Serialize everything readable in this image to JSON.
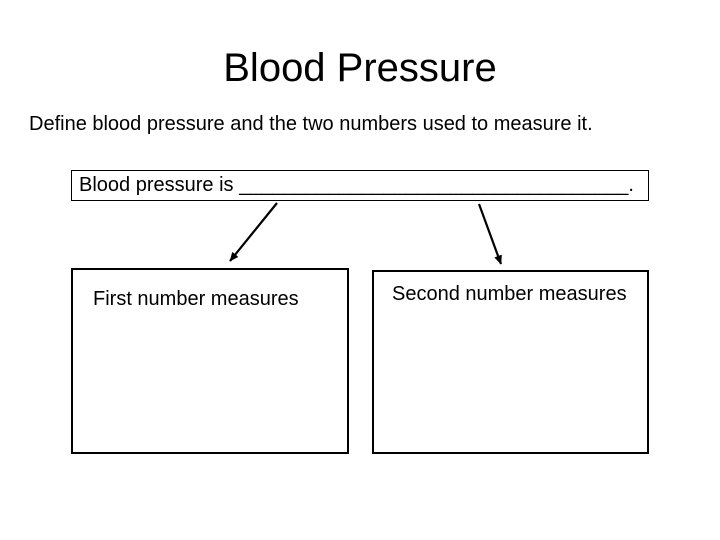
{
  "slide": {
    "title": "Blood Pressure",
    "prompt": "Define blood pressure and the two numbers used to measure it.",
    "definition_box": {
      "text": "Blood pressure is ___________________________________."
    },
    "first_box": {
      "label": "First number measures"
    },
    "second_box": {
      "label": "Second number measures"
    },
    "arrows": [
      {
        "name": "arrow-to-first-box",
        "direction": "down-left"
      },
      {
        "name": "arrow-to-second-box",
        "direction": "down-right"
      }
    ],
    "colors": {
      "background": "#ffffff",
      "text": "#000000",
      "border": "#000000"
    }
  }
}
